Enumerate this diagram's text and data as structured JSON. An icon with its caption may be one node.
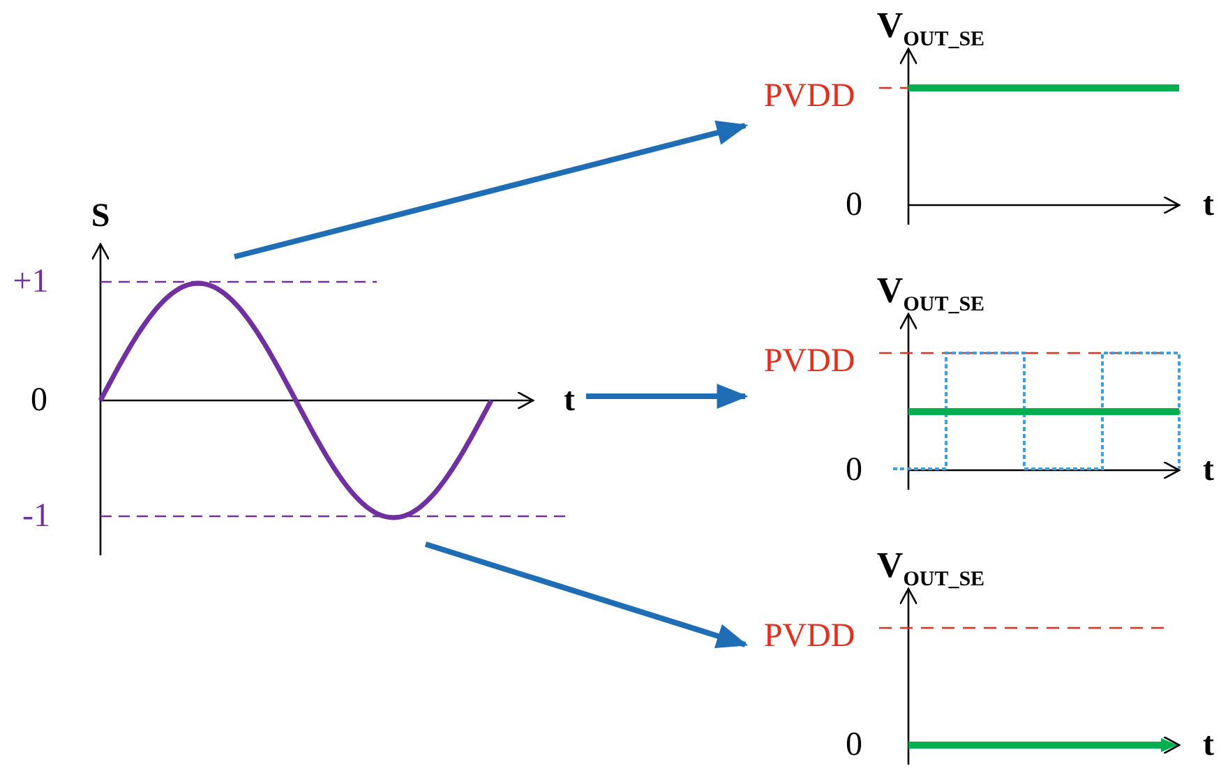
{
  "diagram": {
    "nodes": [
      {
        "text": [
          "S",
          "+1",
          "0",
          "-1",
          "t"
        ]
      },
      {
        "text": [
          "V$_{OUT_SE}$",
          "PVDD",
          "0",
          "t"
        ]
      },
      {
        "text": [
          "V$_{OUT_SE}$",
          "PVDD",
          "0",
          "t"
        ]
      },
      {
        "text": [
          "V$_{OUT_SE}$",
          "PVDD",
          "0",
          "t"
        ]
      }
    ],
    "edges": [
      {
        "from": 0,
        "to": 1,
        "arrow": "to"
      },
      {
        "from": 0,
        "to": 2,
        "arrow": "to"
      },
      {
        "from": 0,
        "to": 3,
        "arrow": "to"
      }
    ]
  }
}
